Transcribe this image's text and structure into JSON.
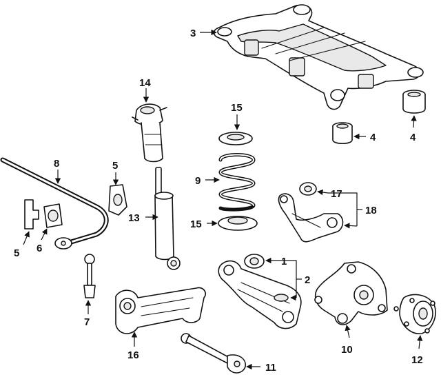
{
  "callouts": {
    "c1": "1",
    "c2": "2",
    "c3": "3",
    "c4a": "4",
    "c4b": "4",
    "c5a": "5",
    "c5b": "5",
    "c6": "6",
    "c7": "7",
    "c8": "8",
    "c9": "9",
    "c10": "10",
    "c11": "11",
    "c12": "12",
    "c13": "13",
    "c14": "14",
    "c15a": "15",
    "c15b": "15",
    "c16": "16",
    "c17": "17",
    "c18": "18"
  }
}
